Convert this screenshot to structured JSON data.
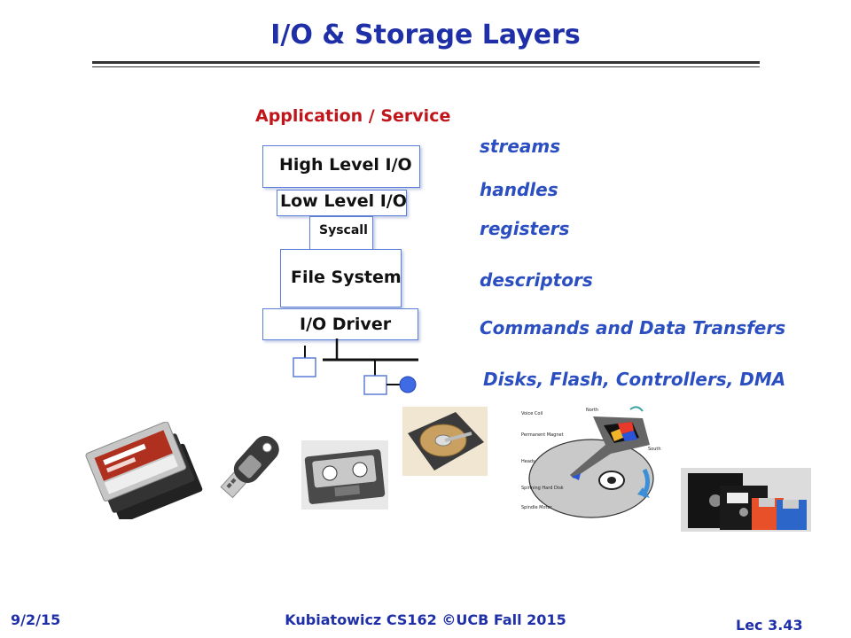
{
  "slide": {
    "title": "I/O & Storage Layers",
    "application_label": "Application / Service",
    "layers": {
      "high_level_io": "High Level I/O",
      "low_level_io": "Low Level I/O",
      "syscall": "Syscall",
      "file_system": "File System",
      "io_driver": "I/O Driver"
    },
    "right_labels": {
      "streams": "streams",
      "handles": "handles",
      "registers": "registers",
      "descriptors": "descriptors",
      "commands": "Commands and Data Transfers",
      "devices": "Disks, Flash, Controllers, DMA"
    },
    "figure_labels": {
      "voice_coil": "Voice Coil",
      "north": "North",
      "permanent_magnet": "Permanent Magnet",
      "south": "South",
      "heads": "Heads",
      "spinning_hard_disk": "Spinning Hard Disk",
      "spindle_motor": "Spindle Motor"
    },
    "footer": {
      "date": "9/2/15",
      "course": "Kubiatowicz CS162 ©UCB Fall 2015",
      "lecture": "Lec 3.43"
    }
  },
  "colors": {
    "title": "#1f2fa8",
    "application": "#c0161b",
    "italic_labels": "#2b4fc0",
    "layer_border": "#5b7fd6"
  }
}
